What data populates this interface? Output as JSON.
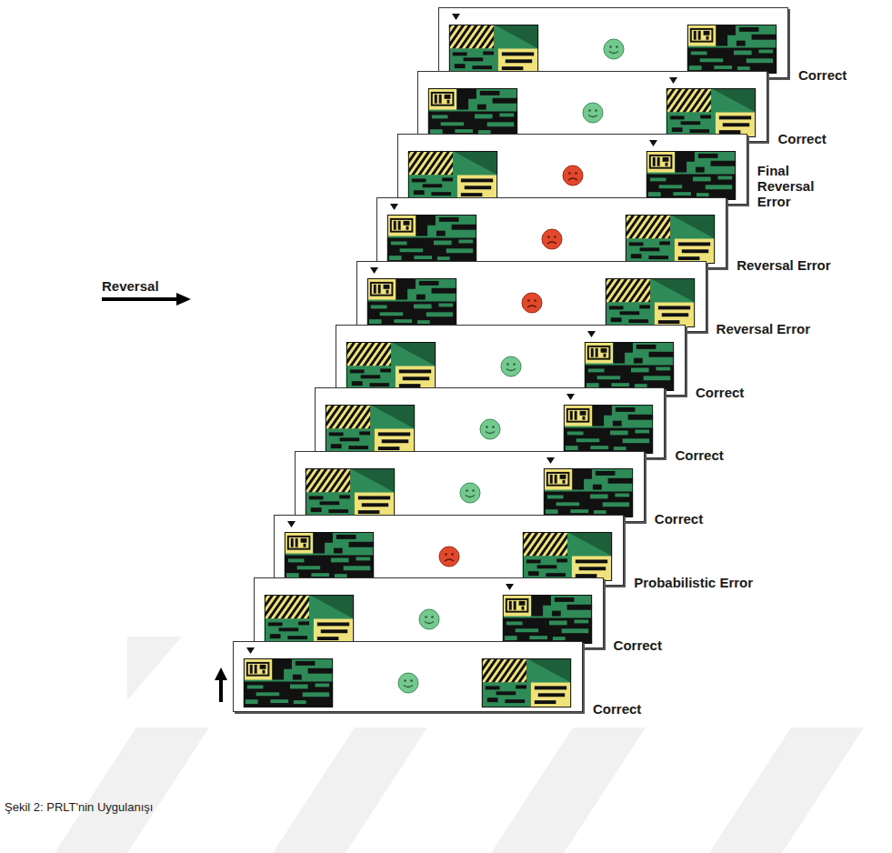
{
  "diagram": {
    "caption": "Şekil 2: PRLT'nin Uygulanışı",
    "nodes": [
      {
        "text": [
          "Correct"
        ]
      },
      {
        "text": [
          "Correct"
        ]
      },
      {
        "text": [
          "Final Reversal Error"
        ]
      },
      {
        "text": [
          "Reversal Error"
        ]
      },
      {
        "text": [
          "Reversal Error"
        ]
      },
      {
        "text": [
          "Correct"
        ]
      },
      {
        "text": [
          "Correct"
        ]
      },
      {
        "text": [
          "Correct"
        ]
      },
      {
        "text": [
          "Probabilistic Error"
        ]
      },
      {
        "text": [
          "Correct"
        ]
      },
      {
        "text": [
          "Correct"
        ]
      }
    ],
    "labels": [
      "Reversal"
    ]
  }
}
